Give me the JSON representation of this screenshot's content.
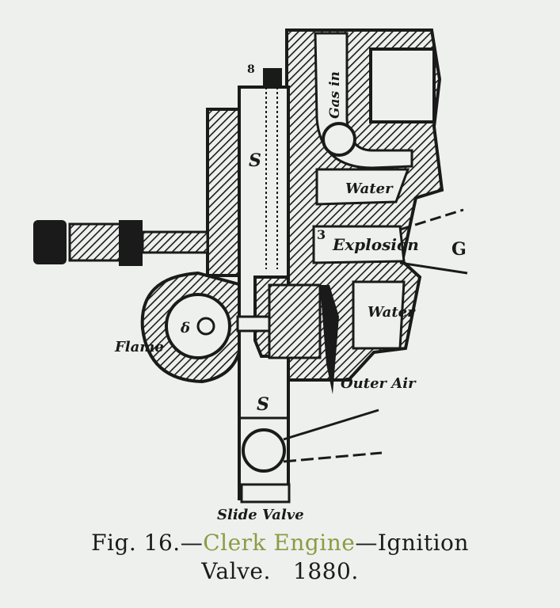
{
  "figure": {
    "labels": {
      "gas_in": "Gas in",
      "water_top": "Water",
      "explosion": "Explosion",
      "explosion_num": "3",
      "g": "G",
      "water_lower": "Water",
      "outer_air": "Outer Air",
      "flame": "Flame",
      "flame_num": "δ",
      "s_upper": "S",
      "s_lower": "S",
      "slide_valve": "Slide Valve",
      "top_num": "8"
    }
  },
  "caption": {
    "prefix": "Fig. 16.—",
    "link": "Clerk Engine",
    "suffix": "—Ignition",
    "line2": "Valve.   1880."
  },
  "colors": {
    "ink": "#1a1a1a",
    "paper": "#eef0ee",
    "link": "#8e9a44"
  }
}
